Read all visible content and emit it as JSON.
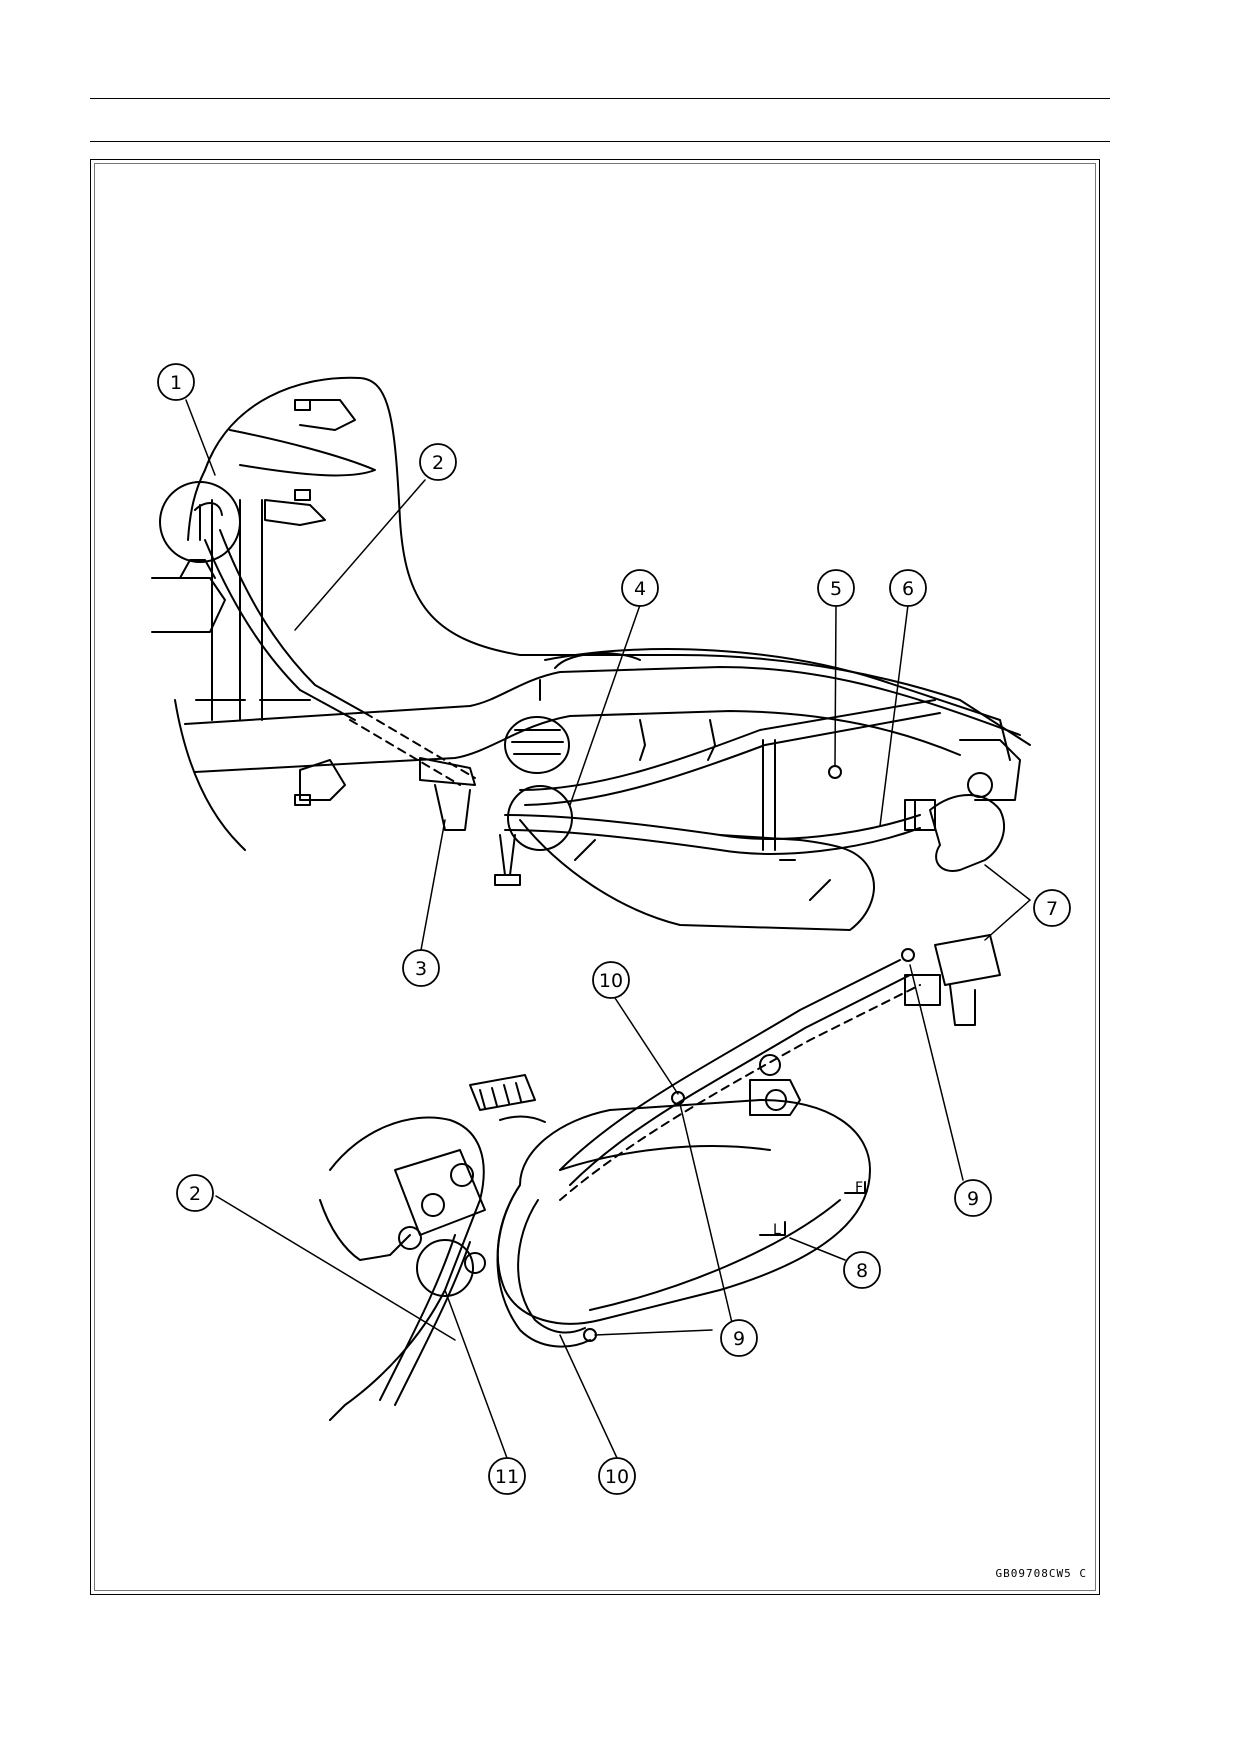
{
  "figure": {
    "code": "GB09708CW5 C",
    "callouts": [
      {
        "id": "c1",
        "label": "1"
      },
      {
        "id": "c2a",
        "label": "2"
      },
      {
        "id": "c4",
        "label": "4"
      },
      {
        "id": "c5",
        "label": "5"
      },
      {
        "id": "c6",
        "label": "6"
      },
      {
        "id": "c7",
        "label": "7"
      },
      {
        "id": "c3",
        "label": "3"
      },
      {
        "id": "c10a",
        "label": "10"
      },
      {
        "id": "c2b",
        "label": "2"
      },
      {
        "id": "c9a",
        "label": "9"
      },
      {
        "id": "c8",
        "label": "8"
      },
      {
        "id": "c9b",
        "label": "9"
      },
      {
        "id": "c11",
        "label": "11"
      },
      {
        "id": "c10b",
        "label": "10"
      }
    ],
    "embossed_marks": [
      "F",
      "L"
    ]
  }
}
